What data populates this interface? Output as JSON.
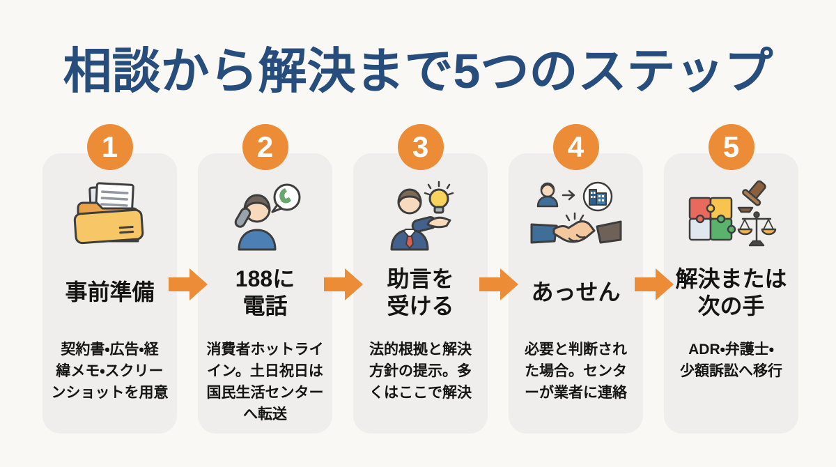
{
  "title": {
    "text": "相談から解決まで5つのステップ"
  },
  "theme": {
    "accent_orange": "#ec8c36",
    "title_navy": "#264d7c",
    "card_background": "#efeeec",
    "page_background": "#faf8f4",
    "text_color": "#141414"
  },
  "icons": {
    "step1": "documents-folder-icon",
    "step2": "phone-call-icon",
    "step3": "advisor-lightbulb-icon",
    "step4": "handshake-icon",
    "step5": "puzzle-gavel-scales-icon",
    "connector": "orange-right-arrow-icon"
  },
  "steps": [
    {
      "number": "1",
      "heading_lines": [
        "事前準備"
      ],
      "description_lines": [
        "契約書・広告・経",
        "緯メモ・スクリー",
        "ンショットを用意"
      ]
    },
    {
      "number": "2",
      "heading_lines": [
        "188に",
        "電話"
      ],
      "description_lines": [
        "消費者ホットライ",
        "イン。土日祝日は",
        "国民生活センター",
        "へ転送"
      ]
    },
    {
      "number": "3",
      "heading_lines": [
        "助言を",
        "受ける"
      ],
      "description_lines": [
        "法的根拠と解決",
        "方針の提示。多",
        "くはここで解決"
      ]
    },
    {
      "number": "4",
      "heading_lines": [
        "あっせん"
      ],
      "description_lines": [
        "必要と判断され",
        "た場合。センタ",
        "ーが業者に連絡"
      ]
    },
    {
      "number": "5",
      "heading_lines": [
        "解決または",
        "次の手"
      ],
      "description_lines": [
        "ADR・弁護士・",
        "少額訴訟へ移行"
      ]
    }
  ]
}
